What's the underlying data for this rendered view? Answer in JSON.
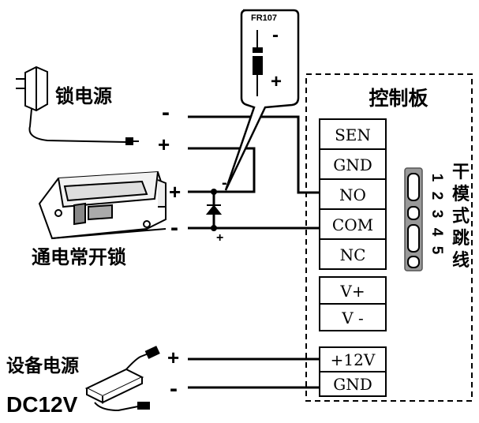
{
  "lock_power": {
    "label": "锁电源",
    "minus": "-",
    "plus": "+"
  },
  "lock": {
    "label": "通电常开锁",
    "plus": "+",
    "minus": "-"
  },
  "diode": {
    "part": "FR107",
    "minus": "-",
    "plus": "+",
    "inline_plus": "+",
    "inline_minus": "-"
  },
  "control_board": {
    "title": "控制板",
    "terminals": [
      "SEN",
      "GND",
      "NO",
      "COM",
      "NC"
    ],
    "power_terminals": [
      "V+",
      "V -"
    ],
    "input_terminals": [
      "+12V",
      "GND"
    ]
  },
  "jumper": {
    "label": "干模式跳线",
    "numbers": "12345"
  },
  "device_power": {
    "label": "设备电源",
    "voltage": "DC12V",
    "plus": "+",
    "minus": "-"
  }
}
